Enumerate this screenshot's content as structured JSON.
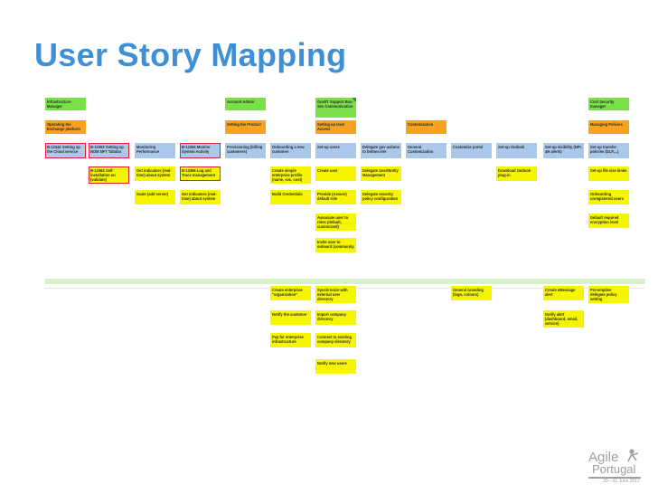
{
  "title": "User Story Mapping",
  "logo": {
    "line1": "Agile",
    "line2": "Portugal",
    "date": "30—31 June 2012"
  },
  "row_top": [
    {
      "text": "Infrastructure Manager",
      "color": "lg"
    },
    {
      "text": "Account Admin",
      "color": "lg"
    },
    {
      "text": "Gov/IT Support Bus-Svc Communication",
      "color": "lg"
    },
    {
      "text": "Cust Security manager",
      "color": "lg"
    }
  ],
  "row_activity": [
    {
      "text": "Operating the Exchange platform",
      "color": "o"
    },
    {
      "text": "Setting the Product",
      "color": "o"
    },
    {
      "text": "Setting up User Access",
      "color": "o"
    },
    {
      "text": "Customization",
      "color": "o"
    },
    {
      "text": "Managing Policies",
      "color": "o"
    }
  ],
  "row_backbone": [
    "B-12342 Setting up the Cloud service",
    "B-12363 Setting up NOM NFT Tabular",
    "Monitoring Performance",
    "B-12365 Monitor System Activity",
    "Provisioning (billing customers)",
    "Onboarding a new customer",
    "Set-up users",
    "Delegate gov actions to bottom tier",
    "General Customization",
    "Customize portal",
    "Set-up Outlook",
    "Set-up visibility (NPI, 4H alerts)",
    "Set-up transfer policies (DLP,...)"
  ],
  "stories": [
    {
      "text": "B-12364 Self-installation on (validate)",
      "col": 1,
      "row": 0,
      "color": "y",
      "red": true
    },
    {
      "text": "Get indicators (real-time) about system",
      "col": 2,
      "row": 0,
      "color": "y"
    },
    {
      "text": "B-12366 Log and Trace management",
      "col": 3,
      "row": 0,
      "color": "y",
      "red": true
    },
    {
      "text": "Create simple enterprise profile (name, svc, cost)",
      "col": 5,
      "row": 0,
      "color": "y"
    },
    {
      "text": "Create user",
      "col": 6,
      "row": 0,
      "color": "y"
    },
    {
      "text": "Delegate User/Entity Management",
      "col": 7,
      "row": 0,
      "color": "y"
    },
    {
      "text": "Download Outlook plug-in",
      "col": 10,
      "row": 0,
      "color": "y"
    },
    {
      "text": "Set-up file size limits",
      "col": 12,
      "row": 0,
      "color": "y"
    },
    {
      "text": "Scale (add server)",
      "col": 2,
      "row": 1,
      "color": "y"
    },
    {
      "text": "Get indicators (real-time) about system",
      "col": 3,
      "row": 1,
      "color": "y"
    },
    {
      "text": "Build Credentials",
      "col": 5,
      "row": 1,
      "color": "y"
    },
    {
      "text": "Provide (Assure) default role",
      "col": 6,
      "row": 1,
      "color": "y"
    },
    {
      "text": "Delegate security policy configuration",
      "col": 7,
      "row": 1,
      "color": "y"
    },
    {
      "text": "Onboarding unregistered users",
      "col": 12,
      "row": 1,
      "color": "y"
    },
    {
      "text": "Associate user to roles (default, customized)",
      "col": 6,
      "row": 2,
      "color": "y"
    },
    {
      "text": "Default required encryption level",
      "col": 12,
      "row": 2,
      "color": "y"
    },
    {
      "text": "Invite user to onboard (community",
      "col": 6,
      "row": 3,
      "color": "y"
    }
  ],
  "release2": [
    {
      "text": "Create enterprise \"organization\"",
      "col": 5,
      "row": 0
    },
    {
      "text": "Synchronize with external user directory",
      "col": 6,
      "row": 0
    },
    {
      "text": "General branding (logo, colours)",
      "col": 9,
      "row": 0
    },
    {
      "text": "Create eMessage alert",
      "col": 11,
      "row": 0
    },
    {
      "text": "Pre-emptive delegate policy setting",
      "col": 12,
      "row": 0
    },
    {
      "text": "Notify the customer",
      "col": 5,
      "row": 1
    },
    {
      "text": "Import company directory",
      "col": 6,
      "row": 1
    },
    {
      "text": "Notify alert (dashboard, email, service)",
      "col": 11,
      "row": 1
    },
    {
      "text": "Pay for enterprise infrastructure",
      "col": 5,
      "row": 2
    },
    {
      "text": "Connect to existing company directory",
      "col": 6,
      "row": 2
    },
    {
      "text": "Notify new users",
      "col": 6,
      "row": 3
    }
  ]
}
